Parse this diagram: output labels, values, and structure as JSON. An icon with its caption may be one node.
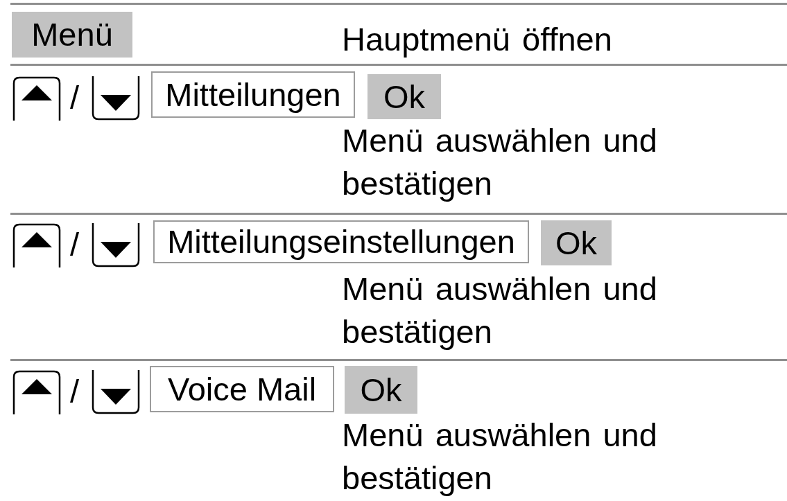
{
  "diagram": {
    "nodes": [
      {
        "text": [
          "Menü"
        ]
      },
      {
        "text": [
          "Mitteilungen"
        ]
      },
      {
        "text": [
          "Ok"
        ]
      },
      {
        "text": [
          "Mitteilungseinstellungen"
        ]
      },
      {
        "text": [
          "Ok"
        ]
      },
      {
        "text": [
          "Voice Mail"
        ]
      },
      {
        "text": [
          "Ok"
        ]
      }
    ],
    "labels": [
      "Hauptmenü öffnen",
      "/",
      "Menü auswählen und bestätigen",
      "/",
      "Menü auswählen und bestätigen",
      "/",
      "Menü auswählen und bestätigen"
    ]
  }
}
